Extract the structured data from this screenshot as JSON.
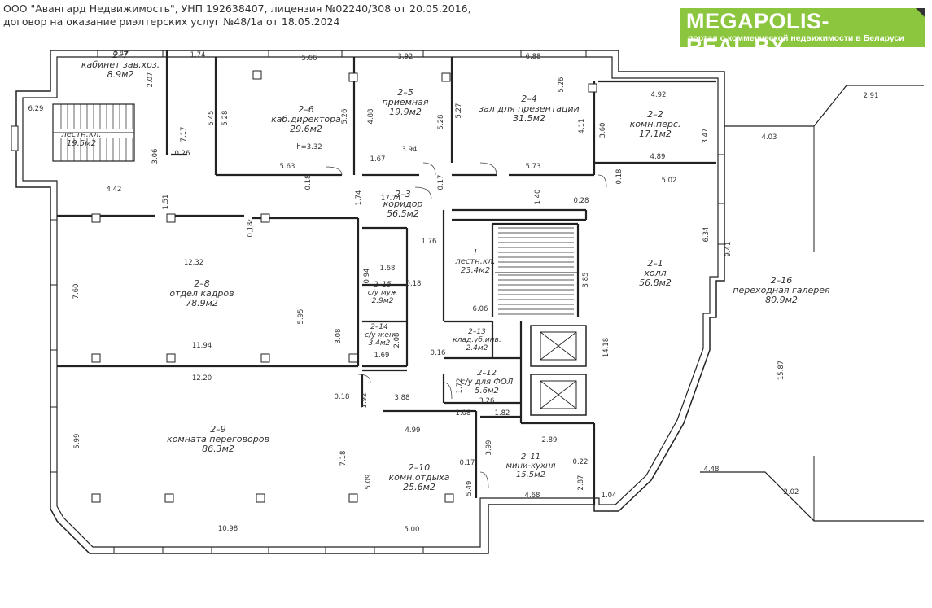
{
  "header": {
    "caption_line1": "ООО \"Авангард Недвижимость\", УНП 192638407, лицензия №02240/308 от 20.05.2016,",
    "caption_line2": "договор на оказание риэлтерских услуг №48/1а от 18.05.2024"
  },
  "brand": {
    "title": "MEGAPOLIS-REAL.BY",
    "subtitle": "портал о коммерческой недвижимости в Беларуси",
    "color": "#8cc63f"
  },
  "rooms": [
    {
      "id": "2–7",
      "name": "кабинет зав.хоз.",
      "area": "8.9м2"
    },
    {
      "id": "2–6",
      "name": "каб.директора",
      "area": "29.6м2"
    },
    {
      "id": "2–5",
      "name": "приемная",
      "area": "19.9м2"
    },
    {
      "id": "2–4",
      "name": "зал для презентации",
      "area": "31.5м2"
    },
    {
      "id": "2–2",
      "name": "комн.перс.",
      "area": "17.1м2"
    },
    {
      "id": "",
      "name": "лестн.кл.",
      "area": "19.5м2"
    },
    {
      "id": "2–3",
      "name": "коридор",
      "area": "56.5м2"
    },
    {
      "id": "2–8",
      "name": "отдел кадров",
      "area": "78.9м2"
    },
    {
      "id": "2–15",
      "name": "с/у муж",
      "area": "2.9м2"
    },
    {
      "id": "2–14",
      "name": "с/у жен",
      "area": "3.4м2"
    },
    {
      "id": "I",
      "name": "лестн.кл.",
      "area": "23.4м2"
    },
    {
      "id": "2–1",
      "name": "холл",
      "area": "56.8м2"
    },
    {
      "id": "2–16",
      "name": "переходная галерея",
      "area": "80.9м2"
    },
    {
      "id": "2–13",
      "name": "клад.уб.инв.",
      "area": "2.4м2"
    },
    {
      "id": "2–12",
      "name": "с/у для ФОЛ",
      "area": "5.6м2"
    },
    {
      "id": "2–9",
      "name": "комната переговоров",
      "area": "86.3м2"
    },
    {
      "id": "2–10",
      "name": "комн.отдыха",
      "area": "25.6м2"
    },
    {
      "id": "2–11",
      "name": "мини-кухня",
      "area": "15.5м2"
    }
  ],
  "dimensions": [
    "4.42",
    "2.07",
    "1.74",
    "5.66",
    "3.92",
    "6.88",
    "6.29",
    "7.17",
    "3.06",
    "0.26",
    "5.45",
    "5.28",
    "5.26",
    "4.88",
    "5.28",
    "5.27",
    "5.26",
    "4.11",
    "4.92",
    "3.60",
    "3.47",
    "4.89",
    "0.18",
    "5.02",
    "2.91",
    "4.03",
    "h=3.32",
    "1.67",
    "3.94",
    "5.63",
    "5.73",
    "0.18",
    "0.17",
    "4.42",
    "1.51",
    "1.74",
    "17.74",
    "1.40",
    "0.28",
    "0.18",
    "12.32",
    "1.76",
    "1.68",
    "0.94",
    "0.18",
    "6.34",
    "9.41",
    "3.85",
    "7.60",
    "5.95",
    "6.06",
    "3.08",
    "2.08",
    "1.69",
    "11.94",
    "0.16",
    "14.18",
    "15.87",
    "12.20",
    "1.72",
    "0.18",
    "1.92",
    "3.88",
    "3.26",
    "1.08",
    "1.82",
    "4.99",
    "2.89",
    "5.99",
    "7.18",
    "3.99",
    "0.17",
    "0.22",
    "5.09",
    "5.49",
    "4.48",
    "2.87",
    "4.68",
    "1.04",
    "2.02",
    "10.98",
    "5.00"
  ]
}
